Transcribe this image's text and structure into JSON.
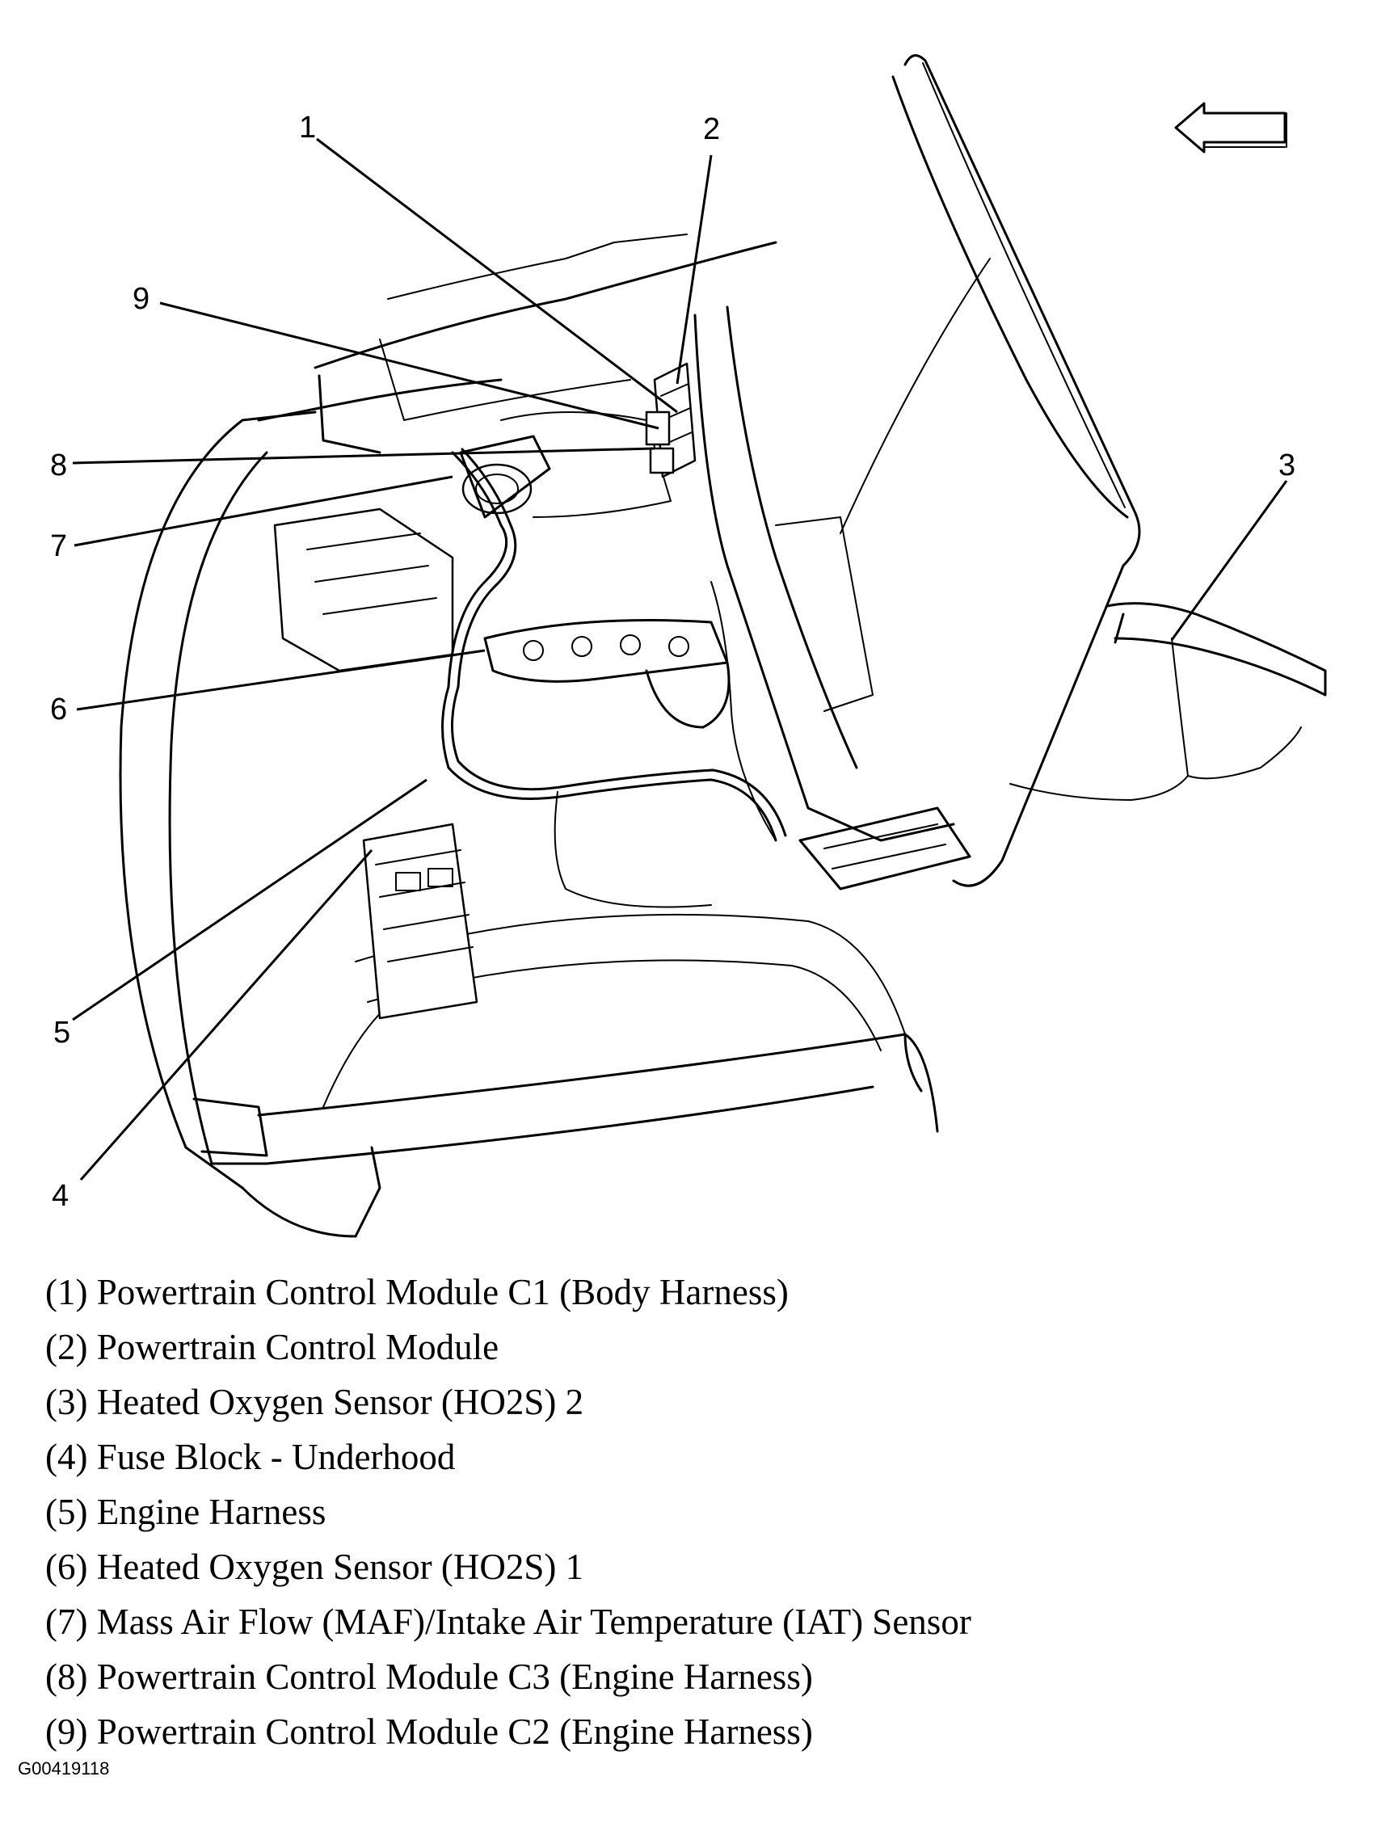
{
  "callouts": [
    {
      "num": "1"
    },
    {
      "num": "2"
    },
    {
      "num": "3"
    },
    {
      "num": "4"
    },
    {
      "num": "5"
    },
    {
      "num": "6"
    },
    {
      "num": "7"
    },
    {
      "num": "8"
    },
    {
      "num": "9"
    }
  ],
  "legend": [
    "(1) Powertrain Control Module C1 (Body Harness)",
    "(2) Powertrain Control Module",
    "(3) Heated Oxygen Sensor (HO2S) 2",
    "(4) Fuse Block - Underhood",
    "(5) Engine Harness",
    "(6) Heated Oxygen Sensor (HO2S) 1",
    "(7) Mass Air Flow (MAF)/Intake Air Temperature (IAT) Sensor",
    "(8) Powertrain Control Module C3 (Engine Harness)",
    "(9) Powertrain Control Module C2 (Engine Harness)"
  ],
  "figure_id": "G00419118",
  "icons": {
    "direction_arrow": "arrow-left-icon"
  }
}
